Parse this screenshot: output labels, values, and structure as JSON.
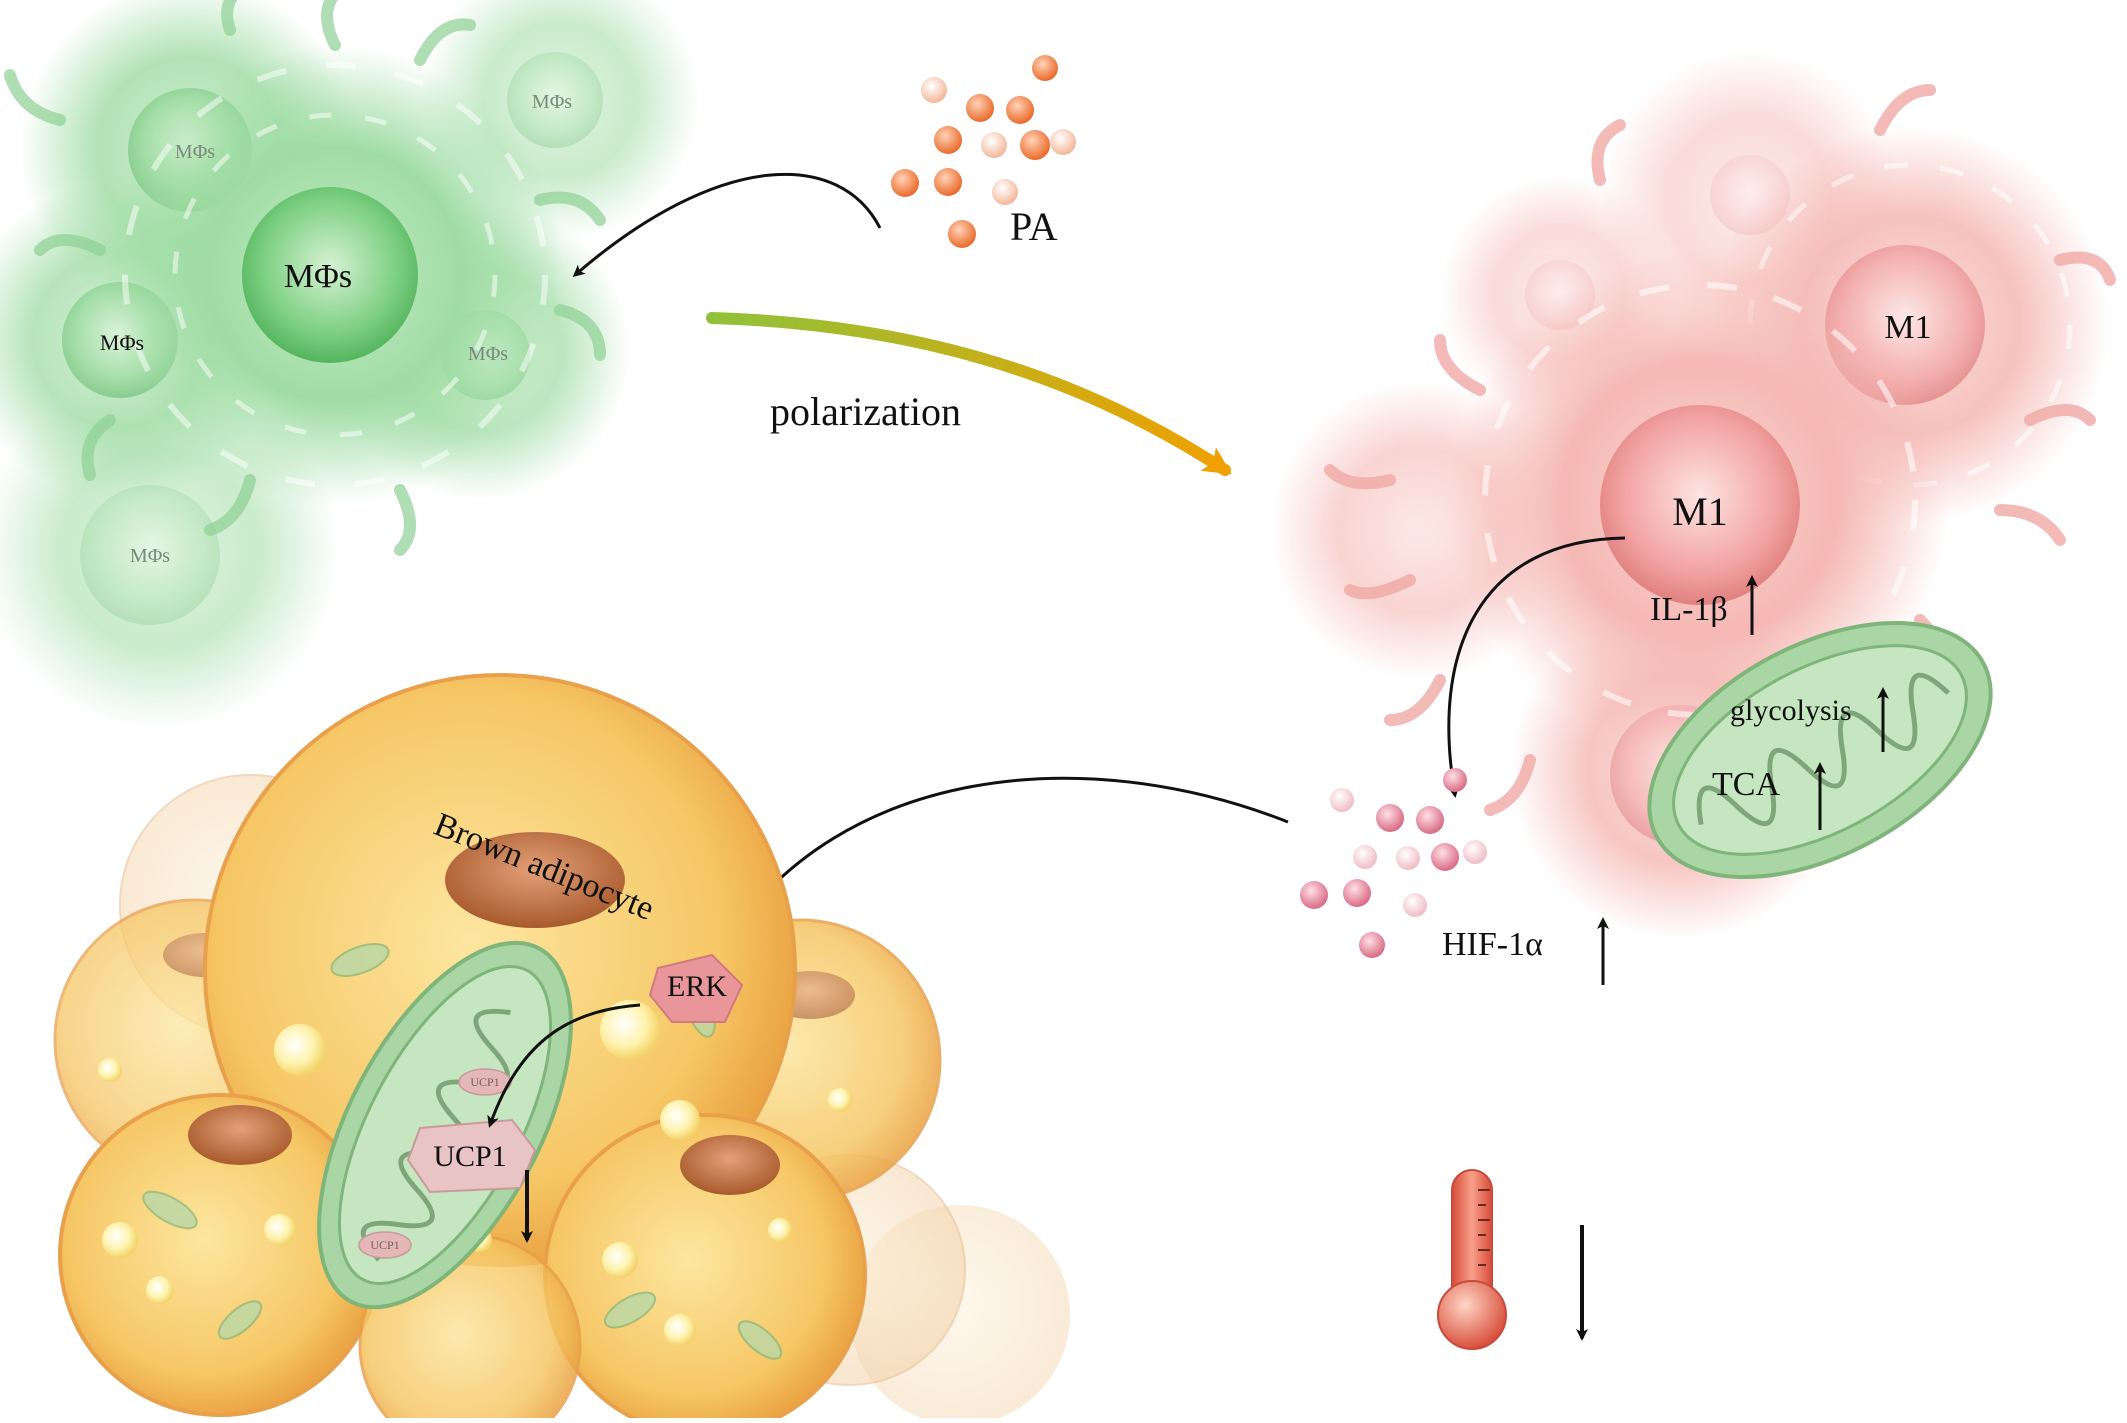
{
  "labels": {
    "macrophage_main": "MΦs",
    "macrophage_small": "MΦs",
    "pa": "PA",
    "polarization": "polarization",
    "m1_main": "M1",
    "m1_top": "M1",
    "il1b": "IL-1β",
    "glycolysis": "glycolysis",
    "tca": "TCA",
    "hif1a": "HIF-1α",
    "brown_adipocyte": "Brown adipocyte",
    "erk": "ERK",
    "ucp1": "UCP1",
    "ucp1_small": "UCP1"
  },
  "colors": {
    "macrophage_green": "#7ccf82",
    "m1_pink": "#f2a3a3",
    "mitochondria_green": "#a9d6a4",
    "adipocyte_orange": "#f2b24c",
    "pa_particle": "#ee7b3a",
    "hif_particle": "#e2879a",
    "polarization_arrow_start": "#8fc23a",
    "polarization_arrow_end": "#f0a000"
  }
}
